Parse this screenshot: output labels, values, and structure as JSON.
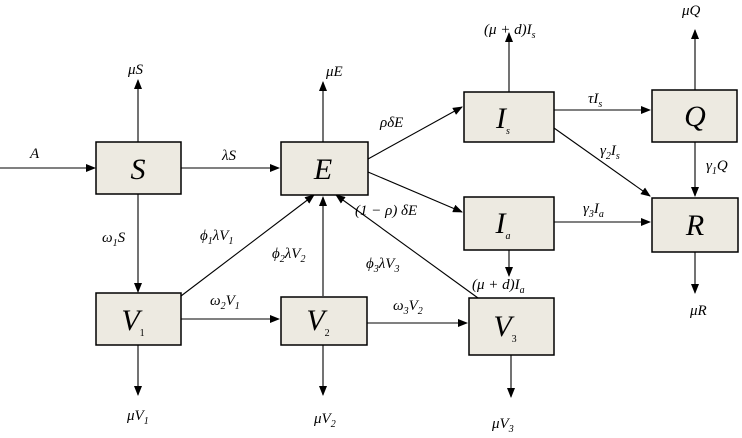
{
  "nodes": {
    "S": {
      "label": "S",
      "sub": ""
    },
    "E": {
      "label": "E",
      "sub": ""
    },
    "Is": {
      "label": "I",
      "sub": "s"
    },
    "Ia": {
      "label": "I",
      "sub": "a"
    },
    "Q": {
      "label": "Q",
      "sub": ""
    },
    "R": {
      "label": "R",
      "sub": ""
    },
    "V1": {
      "label": "V",
      "sub": "1"
    },
    "V2": {
      "label": "V",
      "sub": "2"
    },
    "V3": {
      "label": "V",
      "sub": "3"
    }
  },
  "edges": {
    "A_in": {
      "parts": [
        "A"
      ]
    },
    "S_E": {
      "parts": [
        "λS"
      ]
    },
    "S_mu": {
      "parts": [
        "μS"
      ]
    },
    "S_V1": {
      "parts": [
        "ω",
        "1",
        "S"
      ]
    },
    "E_mu": {
      "parts": [
        "μE"
      ]
    },
    "E_Is": {
      "parts": [
        "ρδE"
      ]
    },
    "E_Ia": {
      "parts": [
        "(1 − ρ) δE"
      ]
    },
    "Is_mu": {
      "parts": [
        "(μ + d)I",
        "s"
      ]
    },
    "Is_Q": {
      "parts": [
        "τI",
        "s"
      ]
    },
    "Is_R": {
      "parts": [
        "γ",
        "2",
        "I",
        "s"
      ]
    },
    "Ia_R": {
      "parts": [
        "γ",
        "3",
        "I",
        "a"
      ]
    },
    "Ia_mu": {
      "parts": [
        "(μ + d)I",
        "a"
      ]
    },
    "Q_mu": {
      "parts": [
        "μQ"
      ]
    },
    "Q_R": {
      "parts": [
        "γ",
        "1",
        "Q"
      ]
    },
    "R_mu": {
      "parts": [
        "μR"
      ]
    },
    "V1_E": {
      "parts": [
        "ϕ",
        "1",
        "λV",
        "1"
      ]
    },
    "V1_V2": {
      "parts": [
        "ω",
        "2",
        "V",
        "1"
      ]
    },
    "V1_mu": {
      "parts": [
        "μV",
        "1"
      ]
    },
    "V2_E": {
      "parts": [
        "ϕ",
        "2",
        "λV",
        "2"
      ]
    },
    "V2_V3": {
      "parts": [
        "ω",
        "3",
        "V",
        "2"
      ]
    },
    "V2_mu": {
      "parts": [
        "μV",
        "2"
      ]
    },
    "V3_E": {
      "parts": [
        "ϕ",
        "3",
        "λV",
        "3"
      ]
    },
    "V3_mu": {
      "parts": [
        "μV",
        "3"
      ]
    }
  }
}
